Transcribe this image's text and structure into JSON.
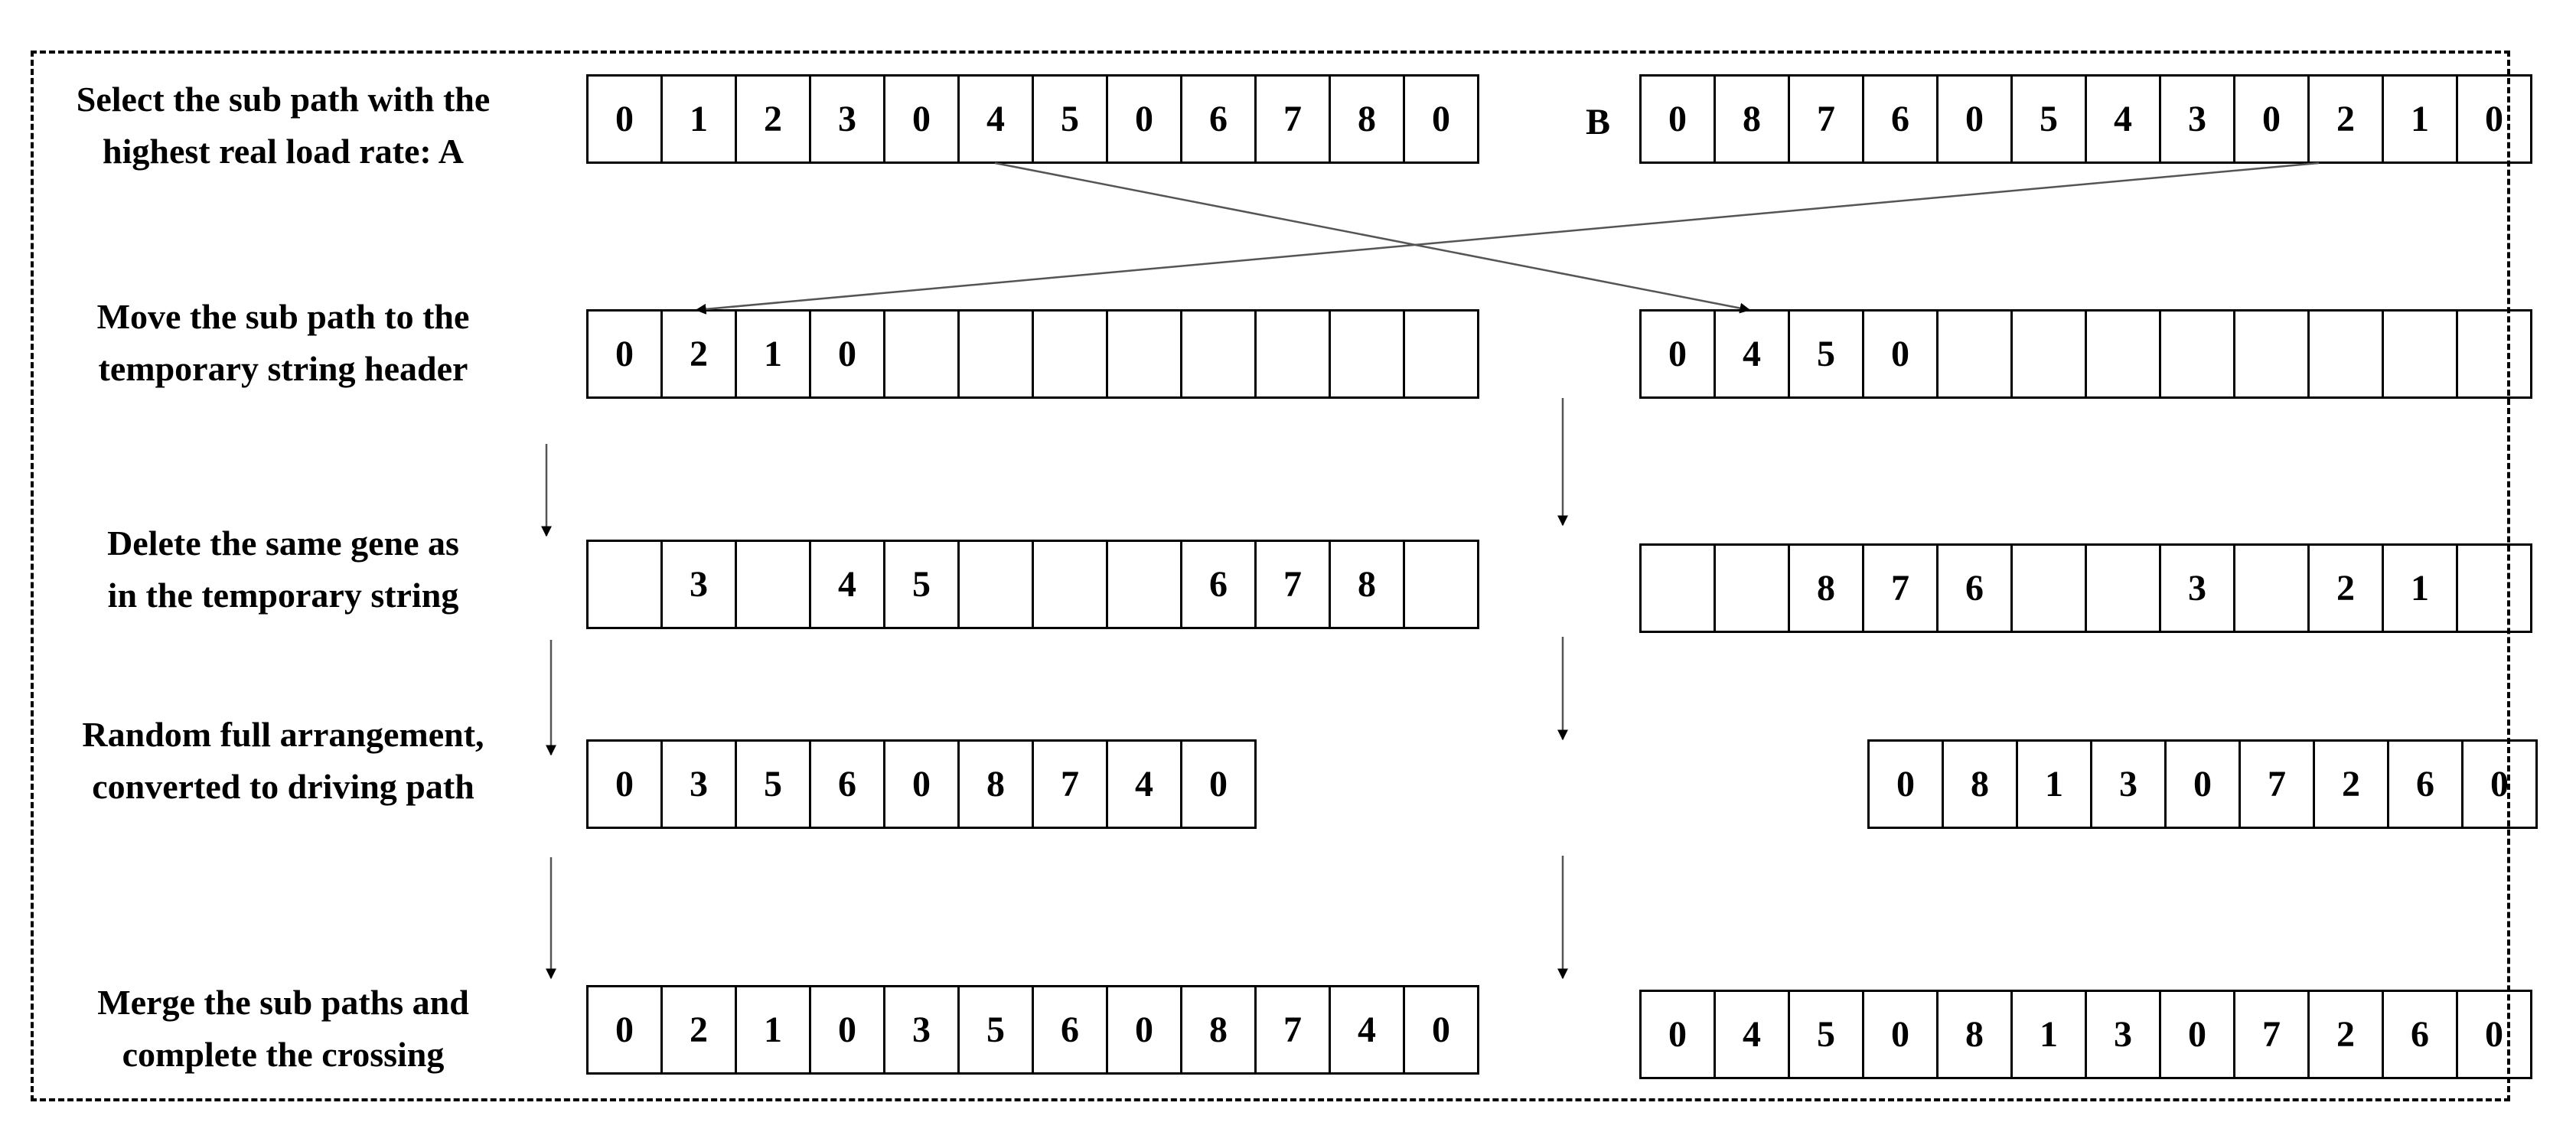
{
  "labels": {
    "select": "Select the sub path with the\nhighest real load rate:  A",
    "move": "Move the sub path to the\ntemporary string header",
    "delete": "Delete the same gene as\nin the temporary string",
    "random": "Random full arrangement,\nconverted to driving path",
    "merge": "Merge the sub paths and\ncomplete the crossing",
    "b_tag": "B"
  },
  "rows": {
    "parent_a": [
      "0",
      "1",
      "2",
      "3",
      "0",
      "4",
      "5",
      "0",
      "6",
      "7",
      "8",
      "0"
    ],
    "parent_b": [
      "0",
      "8",
      "7",
      "6",
      "0",
      "5",
      "4",
      "3",
      "0",
      "2",
      "1",
      "0"
    ],
    "temp_a": [
      "0",
      "2",
      "1",
      "0",
      "",
      "",
      "",
      "",
      "",
      "",
      "",
      ""
    ],
    "temp_b": [
      "0",
      "4",
      "5",
      "0",
      "",
      "",
      "",
      "",
      "",
      "",
      "",
      ""
    ],
    "deleted_a": [
      "",
      "3",
      "",
      "4",
      "5",
      "",
      "",
      "",
      "6",
      "7",
      "8",
      ""
    ],
    "deleted_b": [
      "",
      "",
      "8",
      "7",
      "6",
      "",
      "",
      "3",
      "",
      "2",
      "1",
      ""
    ],
    "random_a": [
      "0",
      "3",
      "5",
      "6",
      "0",
      "8",
      "7",
      "4",
      "0"
    ],
    "random_b": [
      "0",
      "8",
      "1",
      "3",
      "0",
      "7",
      "2",
      "6",
      "0"
    ],
    "merged_a": [
      "0",
      "2",
      "1",
      "0",
      "3",
      "5",
      "6",
      "0",
      "8",
      "7",
      "4",
      "0"
    ],
    "merged_b": [
      "0",
      "4",
      "5",
      "0",
      "8",
      "1",
      "3",
      "0",
      "7",
      "2",
      "6",
      "0"
    ]
  }
}
